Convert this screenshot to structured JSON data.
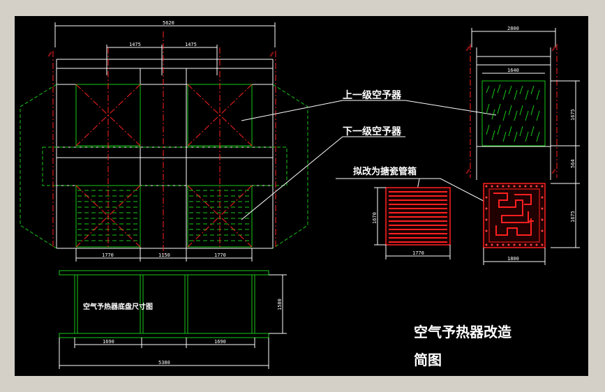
{
  "colors": {
    "background": "#000000",
    "outline": "#ffffff",
    "centerline": "#ff2020",
    "casing": "#18c918",
    "tube_box": "#ff2020",
    "frame_gray": "#d4d0c8"
  },
  "front_view": {
    "overall_width": "5620",
    "bay_1": "1475",
    "bay_2": "1475",
    "bottom_left": "1770",
    "bottom_mid": "1150",
    "bottom_right": "1770"
  },
  "side_view": {
    "overall_width": "2800",
    "box_width": "1640",
    "upper_height": "1675",
    "gap_height": "564",
    "lower_height": "1675",
    "box_bottom_width": "1800"
  },
  "new_box": {
    "height": "1670",
    "width": "1770"
  },
  "base_plan": {
    "title": "空气予热器底盘尺寸图",
    "height": "1580",
    "span_left": "1690",
    "span_right": "1690",
    "overall_width": "5380"
  },
  "callouts": {
    "upper_stage": "上一级空予器",
    "lower_stage": "下一级空予器",
    "new_design": "拟改为搪瓷管箱"
  },
  "drawing_title": {
    "line1": "空气予热器改造",
    "line2": "简图"
  }
}
